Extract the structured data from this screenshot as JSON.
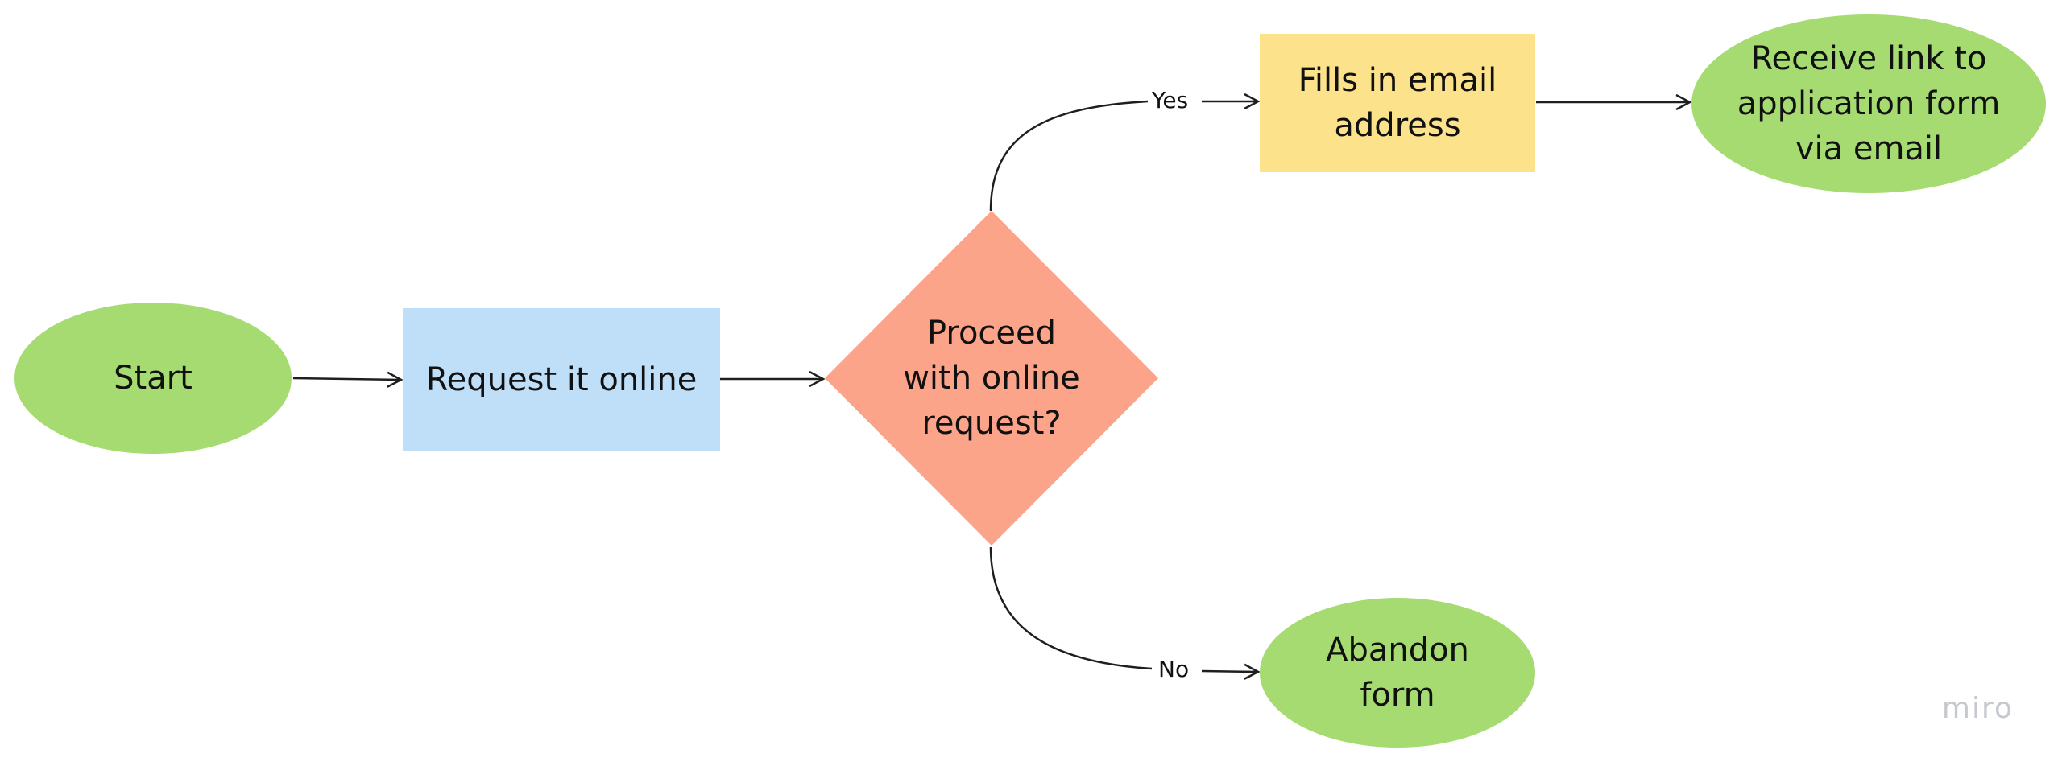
{
  "colors": {
    "terminal": "#a6db71",
    "process": "#bfdff8",
    "decision": "#fca48a",
    "input": "#fce38b",
    "edge": "#1f1f1f",
    "watermark": "#c5c9cf"
  },
  "nodes": {
    "start": {
      "label": "Start"
    },
    "request": {
      "label": "Request it online"
    },
    "decision": {
      "label": "Proceed\nwith online\nrequest?"
    },
    "fills_email": {
      "label": "Fills in email\naddress"
    },
    "receive_link": {
      "label": "Receive link to\napplication form\nvia email"
    },
    "abandon": {
      "label": "Abandon\nform"
    }
  },
  "edges": {
    "yes_label": "Yes",
    "no_label": "No"
  },
  "watermark": {
    "text": "miro"
  }
}
